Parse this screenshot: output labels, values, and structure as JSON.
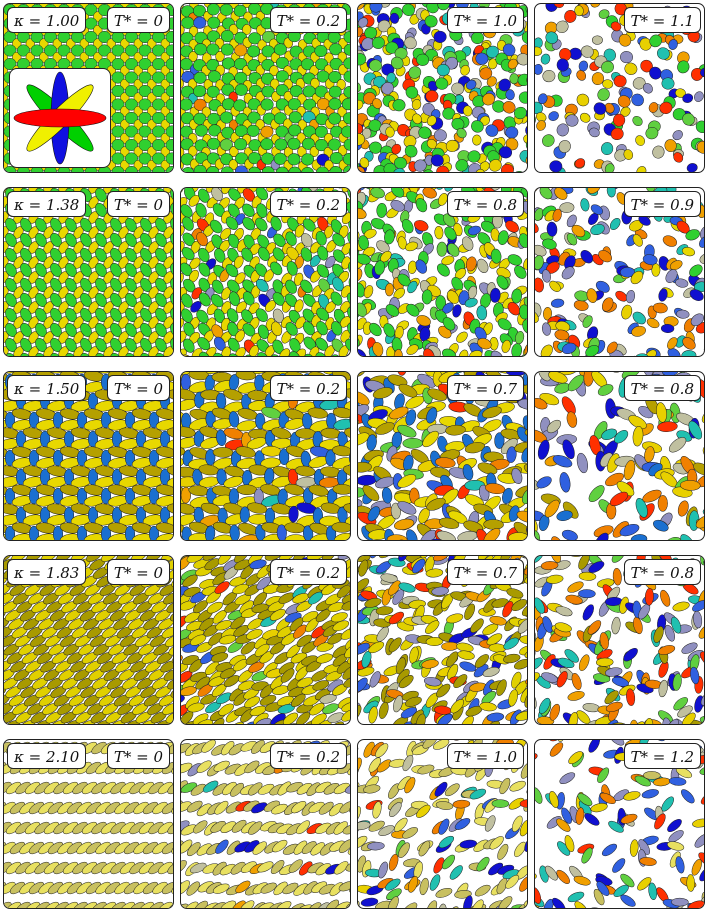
{
  "rows": [
    {
      "kappa": "κ = 1.00",
      "panels": [
        {
          "temp": "T* = 0",
          "disorder": 0.0,
          "density": 1.0
        },
        {
          "temp": "T* = 0.2",
          "disorder": 0.1,
          "density": 1.0
        },
        {
          "temp": "T* = 1.0",
          "disorder": 0.6,
          "density": 0.95
        },
        {
          "temp": "T* = 1.1",
          "disorder": 1.0,
          "density": 0.45
        }
      ]
    },
    {
      "kappa": "κ = 1.38",
      "panels": [
        {
          "temp": "T* = 0",
          "disorder": 0.0,
          "density": 1.0
        },
        {
          "temp": "T* = 0.2",
          "disorder": 0.15,
          "density": 1.0
        },
        {
          "temp": "T* = 0.8",
          "disorder": 0.5,
          "density": 0.9
        },
        {
          "temp": "T* = 0.9",
          "disorder": 1.0,
          "density": 0.6
        }
      ]
    },
    {
      "kappa": "κ = 1.50",
      "panels": [
        {
          "temp": "T* = 0",
          "disorder": 0.0,
          "density": 1.0
        },
        {
          "temp": "T* = 0.2",
          "disorder": 0.1,
          "density": 1.0
        },
        {
          "temp": "T* = 0.7",
          "disorder": 0.4,
          "density": 0.95
        },
        {
          "temp": "T* = 0.8",
          "disorder": 1.0,
          "density": 0.55
        }
      ]
    },
    {
      "kappa": "κ = 1.83",
      "panels": [
        {
          "temp": "T* = 0",
          "disorder": 0.0,
          "density": 1.0
        },
        {
          "temp": "T* = 0.2",
          "disorder": 0.2,
          "density": 1.0
        },
        {
          "temp": "T* = 0.7",
          "disorder": 0.55,
          "density": 0.9
        },
        {
          "temp": "T* = 0.8",
          "disorder": 1.0,
          "density": 0.75
        }
      ]
    },
    {
      "kappa": "κ = 2.10",
      "panels": [
        {
          "temp": "T* = 0",
          "disorder": 0.0,
          "density": 1.0
        },
        {
          "temp": "T* = 0.2",
          "disorder": 0.15,
          "density": 1.0
        },
        {
          "temp": "T* = 1.0",
          "disorder": 0.5,
          "density": 0.9
        },
        {
          "temp": "T* = 1.2",
          "disorder": 1.0,
          "density": 0.7
        }
      ]
    }
  ],
  "inset": {
    "colors": [
      "#1010e0",
      "#ff0000",
      "#00d000",
      "#f0f000"
    ]
  },
  "palette": {
    "row0_t0": [
      "#30d030",
      "#e8d800"
    ],
    "row1_t0": [
      "#30d030",
      "#e8d800"
    ],
    "row2_t0": [
      "#1a6fd0",
      "#b5a000",
      "#e8d800"
    ],
    "row3_t0": [
      "#a89a00",
      "#e0d000"
    ],
    "row4_t0": [
      "#c8c060",
      "#e8e060"
    ],
    "hot": [
      "#1010d0",
      "#ff3000",
      "#f08000",
      "#20c0b0",
      "#9090c0",
      "#c0c0a0",
      "#60d040",
      "#e8d000",
      "#f0a000",
      "#3060e0"
    ]
  }
}
